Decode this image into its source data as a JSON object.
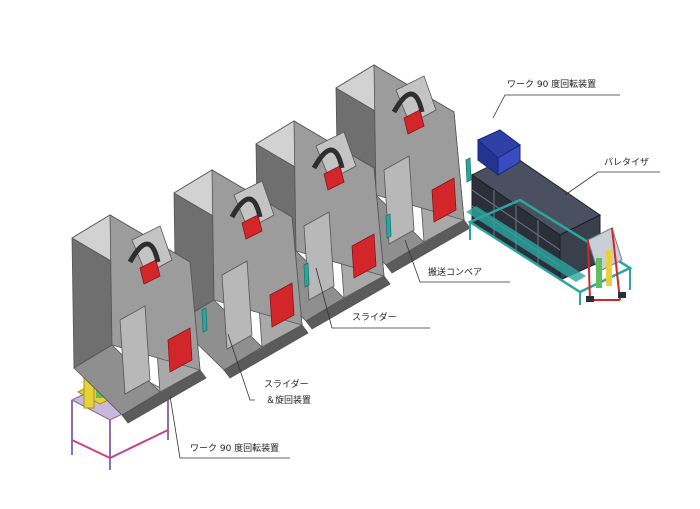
{
  "labels": {
    "top_rotator": "ワーク 90 度回転装置",
    "palletizer": "パレタイザ",
    "conveyor": "搬送コンベア",
    "slider": "スライダー",
    "slider_turn_line1": "スライダー",
    "slider_turn_line2": "＆旋回装置",
    "bottom_rotator": "ワーク 90 度回転装置"
  },
  "colors": {
    "machine_body": "#a9a9a9",
    "machine_dark": "#6f6f6f",
    "machine_light": "#d2d2d2",
    "door_red": "#d2262b",
    "cable_arm": "#2e2e2e",
    "rotator_blue": "#2f3fa8",
    "pallet_dark": "#2b2f3a",
    "conveyor_teal": "#2aa6a0",
    "frame_purple": "#b79ad0",
    "frame_yellow": "#e7d23a",
    "frame_magenta": "#c8408a",
    "green_accent": "#5fbf5f",
    "leader_line": "#333333"
  }
}
